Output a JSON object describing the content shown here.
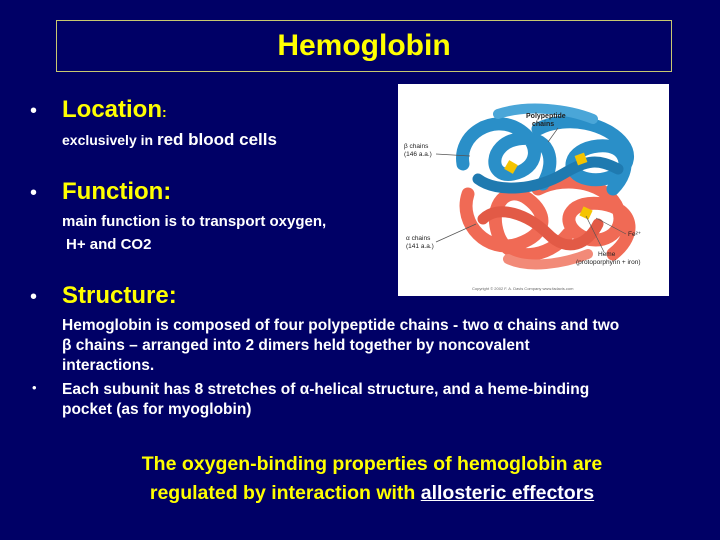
{
  "title": "Hemoglobin",
  "location": {
    "heading": "Location",
    "colon": ":",
    "text_prefix": "exclusively in ",
    "text_strong": "red blood cells"
  },
  "function": {
    "heading": "Function:",
    "line1": "main function is to transport oxygen,",
    "line2": "H+ and CO2"
  },
  "structure": {
    "heading": "Structure:",
    "lines": [
      "Hemoglobin is composed of four polypeptide chains - two α chains and two",
      "β chains –  arranged into 2 dimers held together by noncovalent",
      "interactions."
    ],
    "bullet_lines": [
      "Each subunit has 8 stretches of α-helical structure, and a heme-binding",
      "pocket (as for myoglobin)"
    ]
  },
  "figure": {
    "label_polypeptide": [
      "Polypeptide",
      "chains"
    ],
    "label_beta": [
      "β chains",
      "(146 a.a.)"
    ],
    "label_alpha": [
      "α chains",
      "(141 a.a.)"
    ],
    "label_fe": "Fe²⁺",
    "label_heme": [
      "Heme",
      "(protoporphyrin + iron)"
    ],
    "copyright": "Copyright © 2002   F. A. Davis Company   www.fadavis.com",
    "colors": {
      "beta": "#2a8fc8",
      "alpha": "#f06a55"
    }
  },
  "footer": {
    "line1": "The oxygen-binding properties of hemoglobin are",
    "line2_prefix": "regulated by interaction with ",
    "link_text": "allosteric effectors"
  }
}
